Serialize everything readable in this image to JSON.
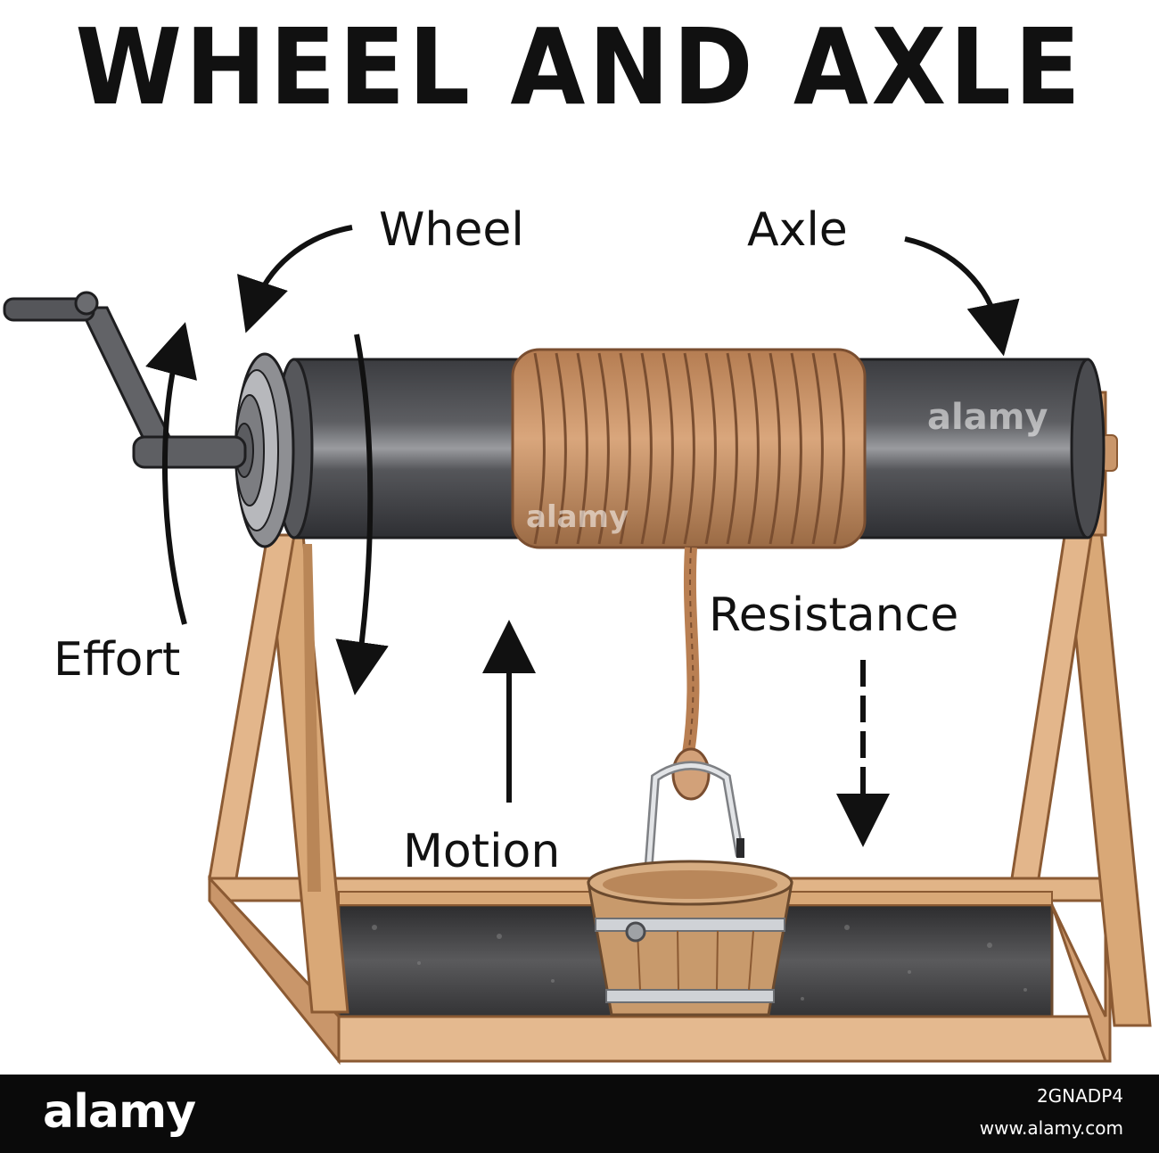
{
  "title": "WHEEL AND AXLE",
  "labels": {
    "wheel": "Wheel",
    "axle": "Axle",
    "effort": "Effort",
    "resistance": "Resistance",
    "motion": "Motion"
  },
  "watermark": "alamy",
  "footer": {
    "brand": "alamy",
    "image_id": "2GNADP4",
    "site": "www.alamy.com"
  },
  "colors": {
    "axle_dark": "#3a3b3f",
    "axle_mid": "#6b6c70",
    "axle_light": "#a8a9ad",
    "rope": "#c7946a",
    "rope_dark": "#8a5a38",
    "wood": "#d9a877",
    "wood_dark": "#8b5a33",
    "pit": "#3c3c3e",
    "bucket_wood": "#c89a6c",
    "metal": "#cfd2d6"
  },
  "icons": [
    "arrow-icon",
    "crank-handle-icon",
    "bucket-icon"
  ]
}
